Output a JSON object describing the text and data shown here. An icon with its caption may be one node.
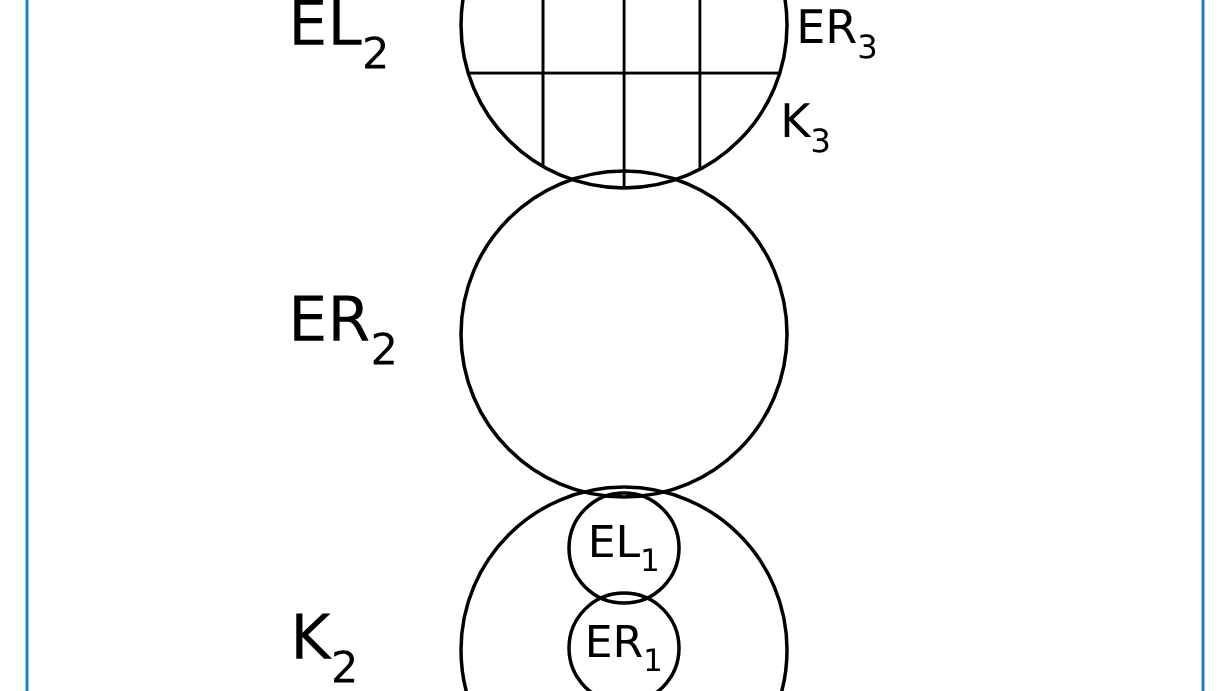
{
  "diagram": {
    "nodes": [
      {
        "text": [],
        "shape": "circle",
        "beside": [
          "EL$_{2}$"
        ]
      },
      {
        "text": [],
        "shape": "circle",
        "beside": [
          "ER$_{2}$"
        ]
      },
      {
        "text": [],
        "shape": "circle",
        "beside": [
          "K$_{2}$"
        ]
      },
      {
        "text": [
          "EL$_{1}$"
        ],
        "in": 2
      },
      {
        "text": [
          "ER$_{1}$"
        ],
        "in": 2
      }
    ],
    "labels": [
      "ER$_{3}$",
      "K$_{3}$"
    ]
  }
}
